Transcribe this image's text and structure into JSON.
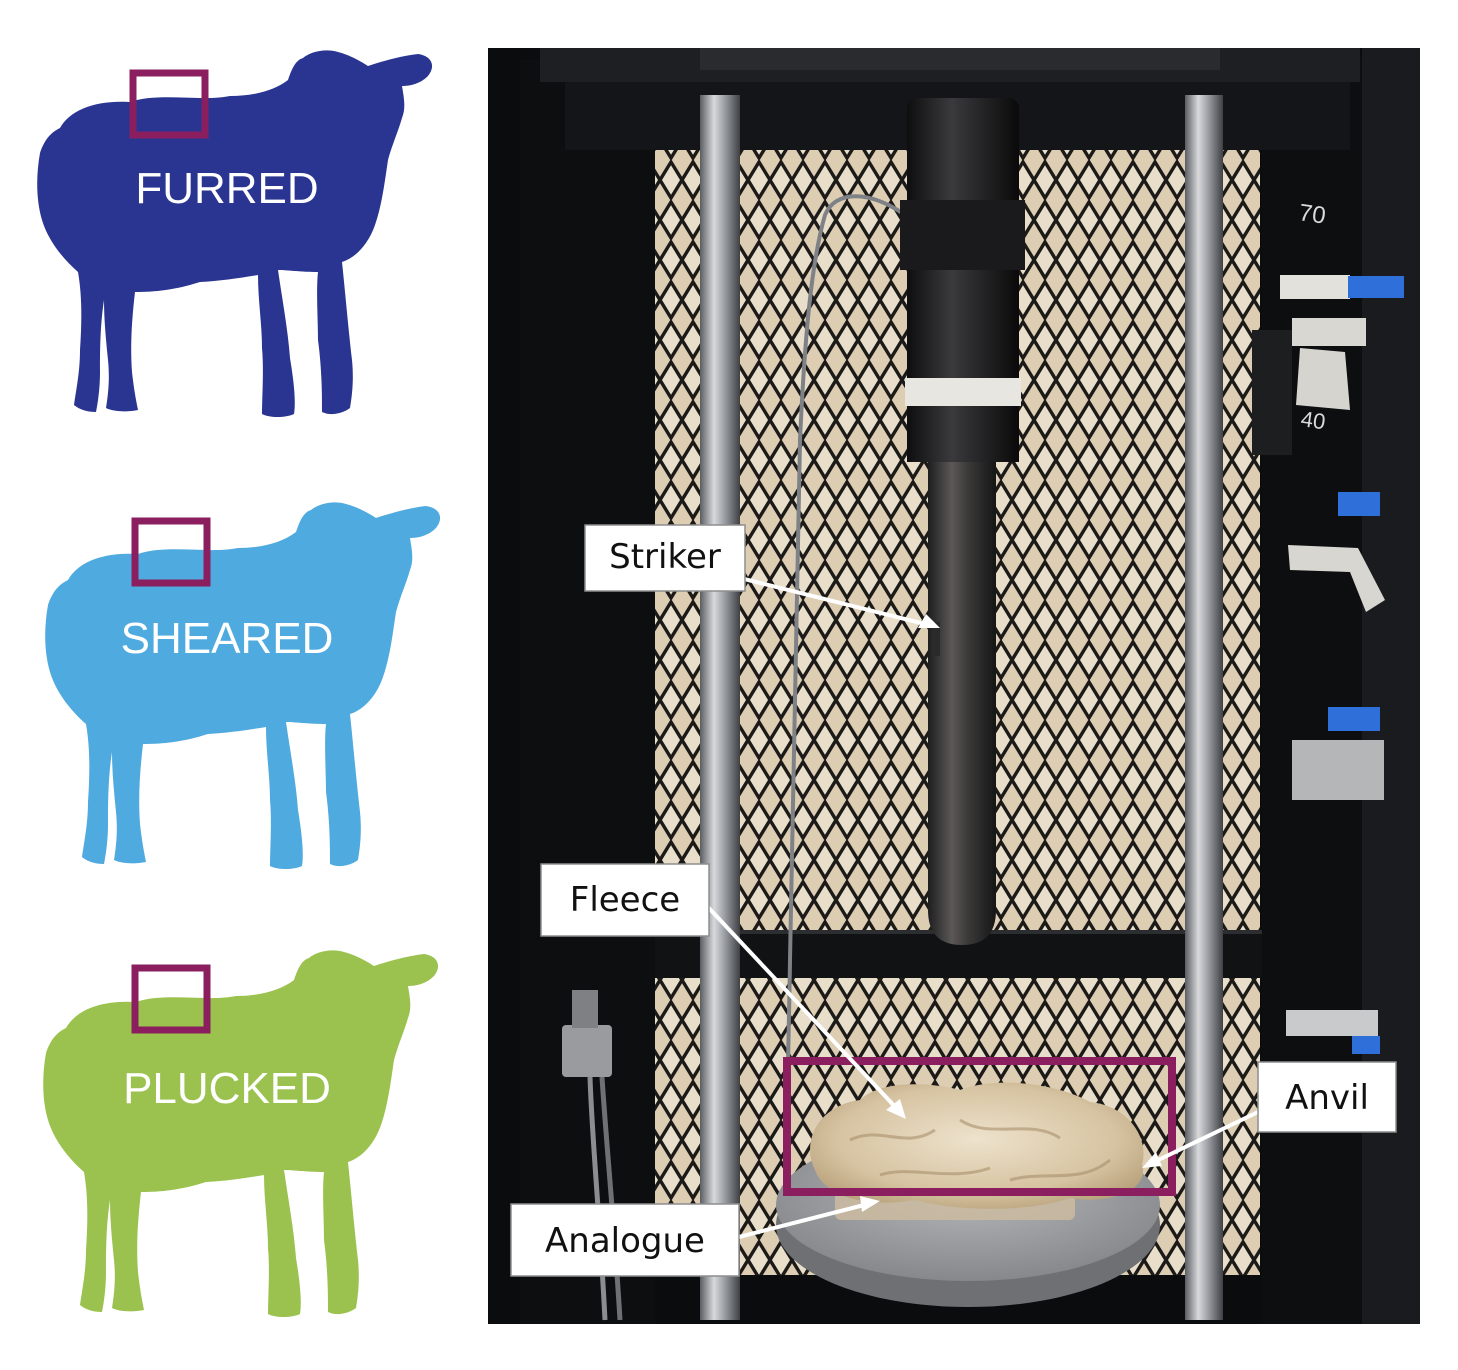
{
  "colors": {
    "furred": "#2A3592",
    "sheared": "#4FAADF",
    "plucked": "#9BC24F",
    "highlight": "#8A1E5E",
    "label_text": "#FFFFFF",
    "callout_text": "#111111",
    "frame": "#0B0C0E",
    "mesh_bg": "#DCCDB3",
    "fleece": "#D8C6A6",
    "anvil": "#8E9094"
  },
  "sheep": [
    {
      "id": "furred",
      "label": "FURRED"
    },
    {
      "id": "sheared",
      "label": "SHEARED"
    },
    {
      "id": "plucked",
      "label": "PLUCKED"
    }
  ],
  "callouts": {
    "striker": "Striker",
    "fleece": "Fleece",
    "analogue": "Analogue",
    "anvil": "Anvil"
  },
  "scale_marks": [
    "70",
    "40"
  ]
}
